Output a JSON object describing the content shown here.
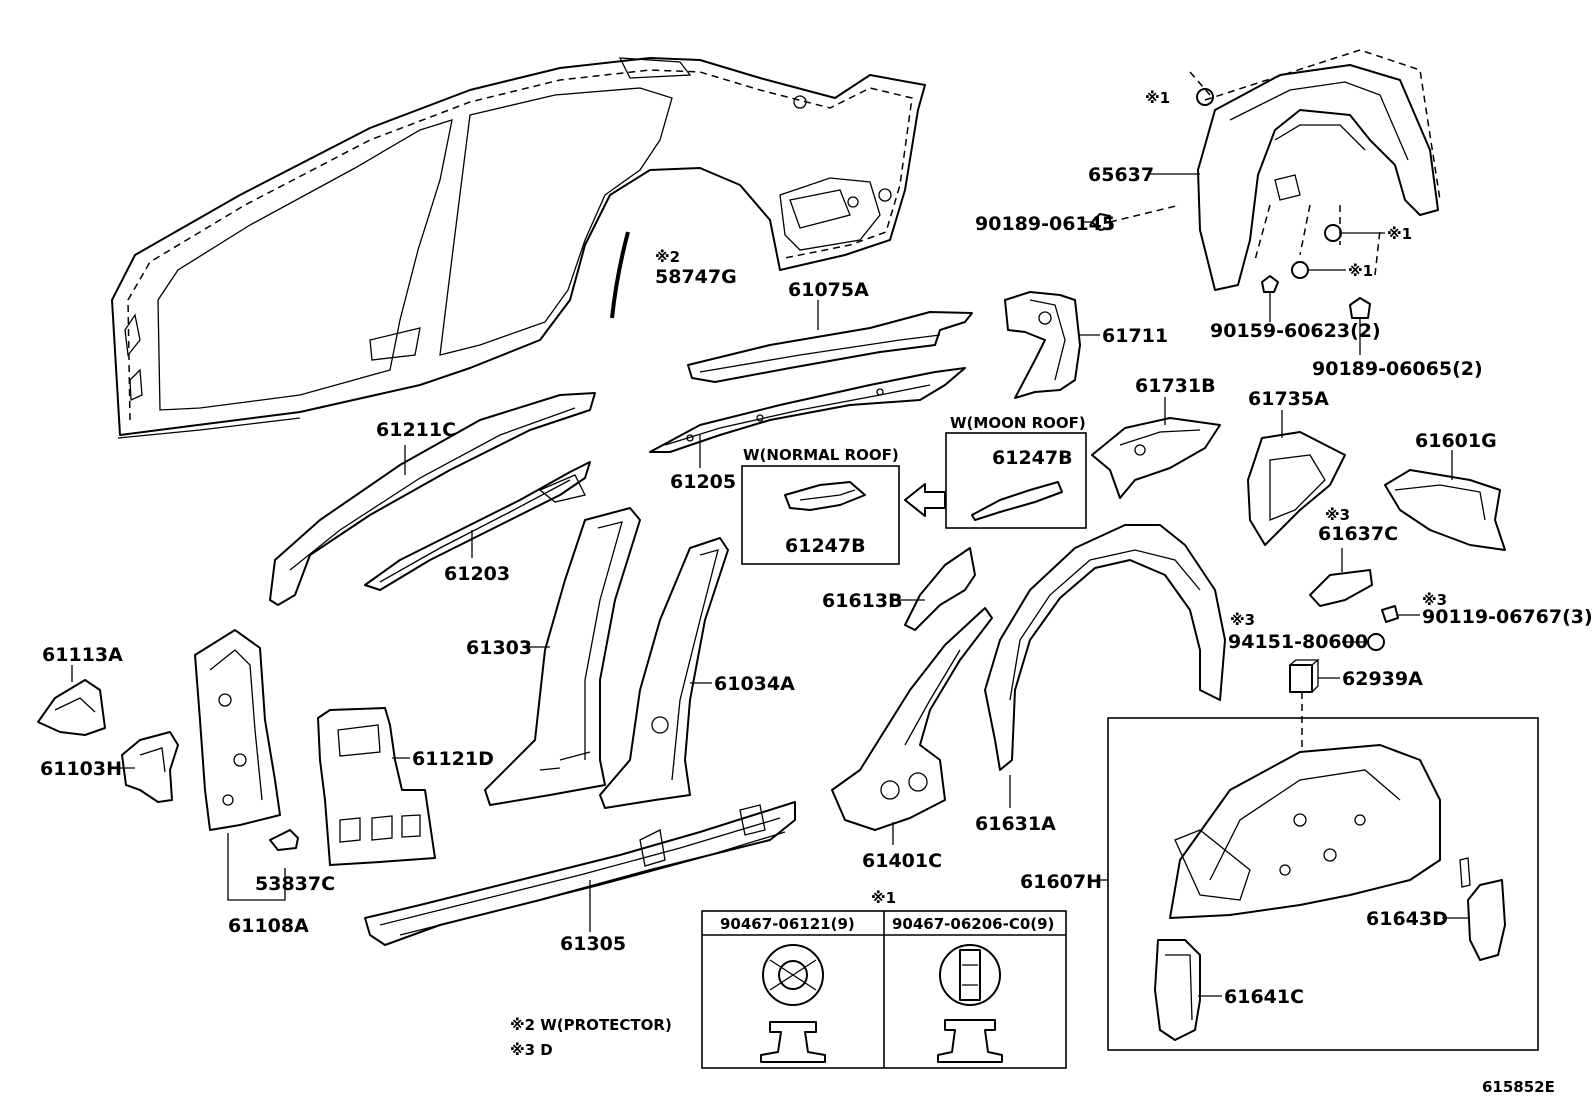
{
  "labels": {
    "p58747g_mark": "※2",
    "p58747g": "58747G",
    "p61075a": "61075A",
    "p61711": "61711",
    "p61211c": "61211C",
    "p61205": "61205",
    "p61203": "61203",
    "p61731b": "61731B",
    "p61735a": "61735A",
    "p61601g": "61601G",
    "p65637": "65637",
    "p90189_06145": "90189-06145",
    "p90159_60623": "90159-60623(2)",
    "p90189_06065": "90189-06065(2)",
    "mark1_a": "※1",
    "mark1_b": "※1",
    "mark1_c": "※1",
    "w_normal_roof": "W(NORMAL ROOF)",
    "w_moon_roof": "W(MOON ROOF)",
    "p61247b_normal": "61247B",
    "p61247b_moon": "61247B",
    "p61613b": "61613B",
    "p61637c_mark": "※3",
    "p61637c": "61637C",
    "p90119_mark": "※3",
    "p90119": "90119-06767(3)",
    "p94151_mark": "※3",
    "p94151": "94151-80600",
    "p62939a": "62939A",
    "p61113a": "61113A",
    "p61103h": "61103H",
    "p61303": "61303",
    "p61034a": "61034A",
    "p61121d": "61121D",
    "p53837c": "53837C",
    "p61108a": "61108A",
    "p61305": "61305",
    "p61401c": "61401C",
    "p61631a": "61631A",
    "p61607h": "61607H",
    "p61643d": "61643D",
    "p61641c": "61641C",
    "table_mark": "※1",
    "clip_a": "90467-06121(9)",
    "clip_b": "90467-06206-C0(9)",
    "note2": "※2 W(PROTECTOR)",
    "note3": "※3 D",
    "diagram_id": "615852E"
  }
}
